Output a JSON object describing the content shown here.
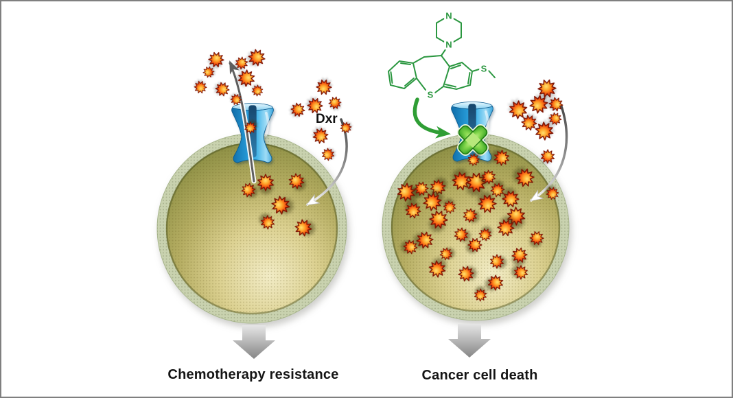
{
  "labels": {
    "dxr": "Dxr",
    "left_caption": "Chemotherapy resistance",
    "right_caption": "Cancer cell death"
  },
  "chem": {
    "atom_labels": {
      "n_top": "N",
      "n_bottom": "N",
      "s_ring": "S",
      "s_methyl": "S"
    }
  },
  "icons": {
    "drug_particle": "star-burst-icon",
    "pump": "membrane-efflux-pump-icon",
    "blocker": "green-x-blocker-icon",
    "down_arrow": "block-down-arrow-icon"
  },
  "colors": {
    "structure_green": "#2b9740",
    "inhibitor_arrow_green": "#2f9e35",
    "drug_red": "#e03008",
    "drug_highlight": "#ffd24a",
    "pump_blue": "#2a9fd9",
    "blocker_green": "#3fae1f",
    "membrane_sage": "#c9d2af",
    "cytoplasm_dark": "#757c36",
    "cytoplasm_light": "#f2ecc6",
    "caption_text": "#141414",
    "border_gray": "#7f7f7f",
    "efflux_arrow_gray": "#5f5f5f"
  },
  "particles": {
    "left-efflux-particles": [
      [
        313,
        85,
        22
      ],
      [
        372,
        82,
        24
      ],
      [
        350,
        90,
        18
      ],
      [
        302,
        103,
        16
      ],
      [
        357,
        112,
        24
      ],
      [
        290,
        125,
        18
      ],
      [
        322,
        128,
        20
      ],
      [
        373,
        130,
        16
      ],
      [
        342,
        143,
        16
      ]
    ],
    "left-channel-particles": [
      [
        363,
        184,
        17
      ]
    ],
    "left-dxr-particles": [
      [
        470,
        125,
        22
      ],
      [
        457,
        152,
        22
      ],
      [
        432,
        158,
        20
      ],
      [
        486,
        148,
        18
      ],
      [
        502,
        184,
        16
      ],
      [
        465,
        196,
        22
      ],
      [
        476,
        223,
        18
      ]
    ],
    "left-inside-particles": [
      [
        360,
        275,
        20
      ],
      [
        385,
        264,
        24
      ],
      [
        430,
        262,
        22
      ],
      [
        407,
        297,
        26
      ],
      [
        388,
        322,
        20
      ],
      [
        440,
        330,
        24
      ]
    ],
    "right-outside-particles": [
      [
        795,
        127,
        26
      ],
      [
        783,
        150,
        26
      ],
      [
        753,
        158,
        26
      ],
      [
        808,
        150,
        20
      ],
      [
        769,
        177,
        22
      ],
      [
        807,
        171,
        18
      ],
      [
        791,
        189,
        26
      ],
      [
        796,
        226,
        20
      ]
    ],
    "right-channel-particles": [
      [
        688,
        231,
        17
      ]
    ],
    "right-inside-particles": [
      [
        729,
        228,
        22
      ],
      [
        670,
        262,
        26
      ],
      [
        692,
        264,
        28
      ],
      [
        710,
        256,
        20
      ],
      [
        763,
        257,
        26
      ],
      [
        590,
        278,
        26
      ],
      [
        612,
        273,
        20
      ],
      [
        636,
        271,
        22
      ],
      [
        723,
        275,
        20
      ],
      [
        742,
        288,
        24
      ],
      [
        803,
        280,
        18
      ],
      [
        600,
        305,
        22
      ],
      [
        628,
        292,
        26
      ],
      [
        653,
        300,
        18
      ],
      [
        708,
        295,
        26
      ],
      [
        750,
        313,
        26
      ],
      [
        637,
        318,
        26
      ],
      [
        683,
        312,
        20
      ],
      [
        735,
        330,
        24
      ],
      [
        780,
        345,
        20
      ],
      [
        670,
        340,
        20
      ],
      [
        705,
        340,
        18
      ],
      [
        617,
        348,
        24
      ],
      [
        596,
        358,
        20
      ],
      [
        648,
        368,
        18
      ],
      [
        690,
        355,
        20
      ],
      [
        755,
        370,
        22
      ],
      [
        722,
        379,
        20
      ],
      [
        635,
        390,
        24
      ],
      [
        677,
        397,
        22
      ],
      [
        757,
        395,
        20
      ],
      [
        720,
        410,
        22
      ],
      [
        698,
        428,
        18
      ]
    ]
  }
}
